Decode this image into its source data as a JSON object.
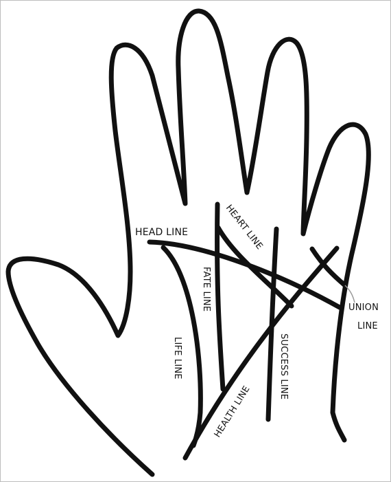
{
  "diagram": {
    "labels": {
      "head_line": "HEAD LINE",
      "heart_line": "HEART LINE",
      "fate_line": "FATE LINE",
      "life_line": "LIFE LINE",
      "success_line": "SUCCESS LINE",
      "health_line": "HEALTH LINE",
      "union_line_1": "UNION",
      "union_line_2": "LINE"
    },
    "colors": {
      "ink": "#111111",
      "pointer": "#9a9a9a",
      "background": "#ffffff"
    }
  }
}
